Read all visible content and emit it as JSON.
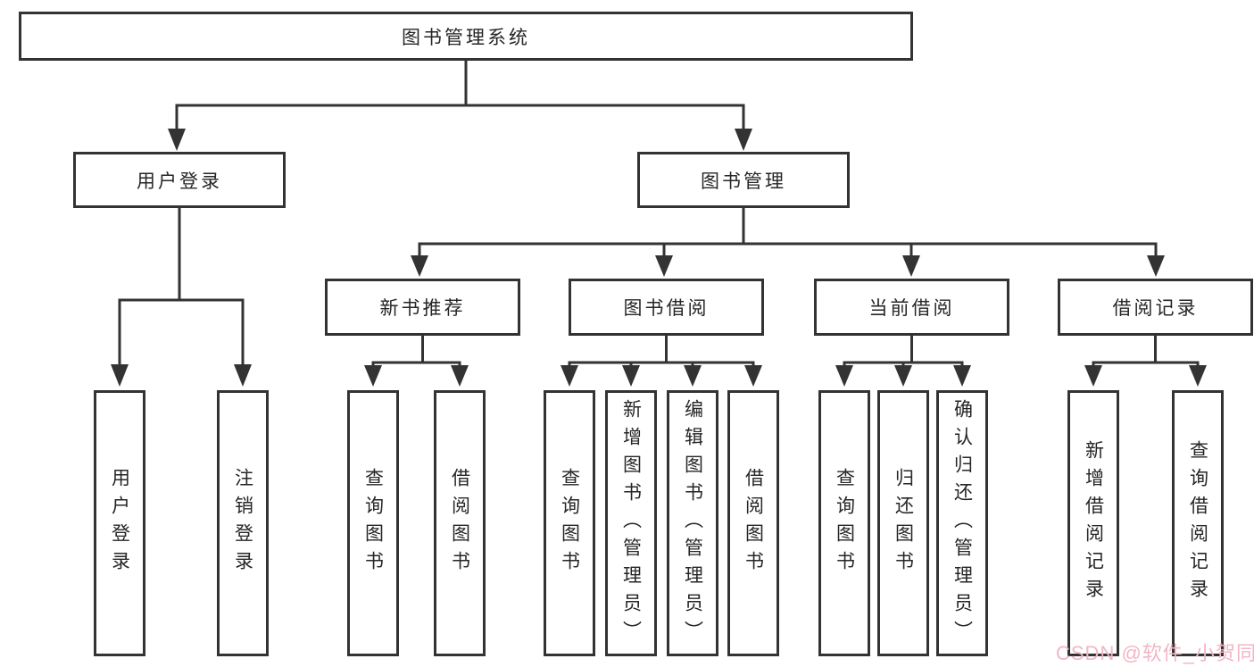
{
  "colors": {
    "line": "#333333",
    "text": "#262626",
    "background": "#ffffff",
    "watermark": "#f1b6c4"
  },
  "tree": {
    "label": "图书管理系统",
    "children": [
      {
        "label": "用户登录",
        "children": [
          {
            "label": "用户登录"
          },
          {
            "label": "注销登录"
          }
        ]
      },
      {
        "label": "图书管理",
        "children": [
          {
            "label": "新书推荐",
            "children": [
              {
                "label": "查询图书"
              },
              {
                "label": "借阅图书"
              }
            ]
          },
          {
            "label": "图书借阅",
            "children": [
              {
                "label": "查询图书"
              },
              {
                "label": "新增图书（管理员）"
              },
              {
                "label": "编辑图书（管理员）"
              },
              {
                "label": "借阅图书"
              }
            ]
          },
          {
            "label": "当前借阅",
            "children": [
              {
                "label": "查询图书"
              },
              {
                "label": "归还图书"
              },
              {
                "label": "确认归还（管理员）"
              }
            ]
          },
          {
            "label": "借阅记录",
            "children": [
              {
                "label": "新增借阅记录"
              },
              {
                "label": "查询借阅记录"
              }
            ]
          }
        ]
      }
    ]
  },
  "watermark": {
    "text": "CSDN @软件_小贺同学"
  }
}
